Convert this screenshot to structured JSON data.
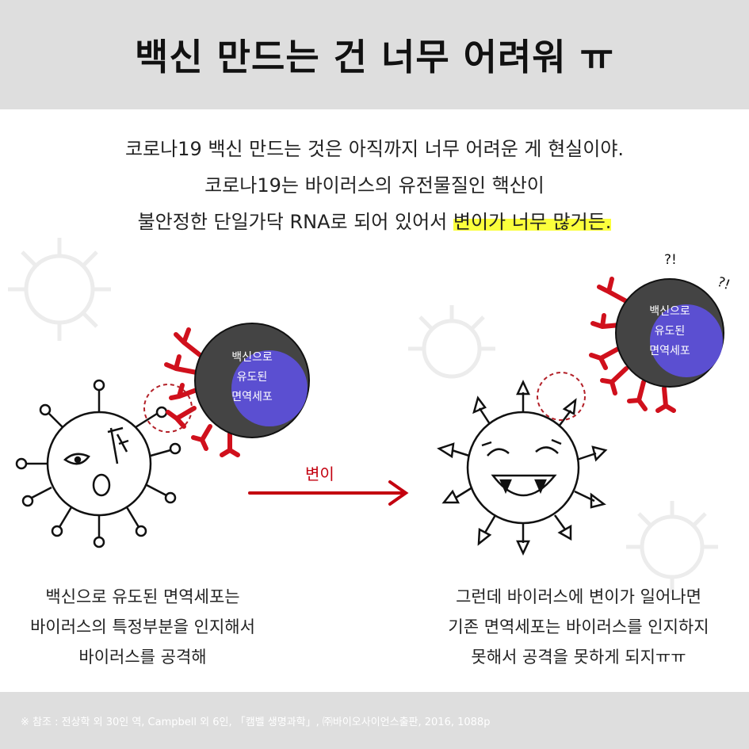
{
  "title": "백신 만드는 건 너무 어려워 ㅠ",
  "intro": {
    "line1": "코로나19 백신 만드는 것은 아직까지 너무 어려운 게 현실이야.",
    "line2": "코로나19는 바이러스의 유전물질인 핵산이",
    "line3_pre": "불안정한 단일가닥 RNA로 되어 있어서 ",
    "line3_highlight": "변이가 너무 많거든."
  },
  "cell": {
    "line1": "백신으로",
    "line2": "유도된",
    "line3": "면역세포"
  },
  "arrow_label": "변이",
  "surprise_1": "?!",
  "surprise_2": "?!",
  "caption_left": {
    "line1": "백신으로 유도된 면역세포는",
    "line2": "바이러스의 특정부분을 인지해서",
    "line3": "바이러스를 공격해"
  },
  "caption_right": {
    "line1": "그런데 바이러스에 변이가 일어나면",
    "line2": "기존 면역세포는 바이러스를 인지하지",
    "line3": "못해서 공격을 못하게 되지ㅠㅠ"
  },
  "footer": "※ 참조 : 전상학 외 30인 역, Campbell 외 6인, 「캠벨 생명과학」, ㈜바이오사이언스출판, 2016, 1088p",
  "colors": {
    "header_bg": "#dedede",
    "highlight": "#fbff3c",
    "receptor": "#d0101c",
    "cell_dark": "#444444",
    "cell_core": "#5b4fd1",
    "arrow": "#c3000f"
  }
}
